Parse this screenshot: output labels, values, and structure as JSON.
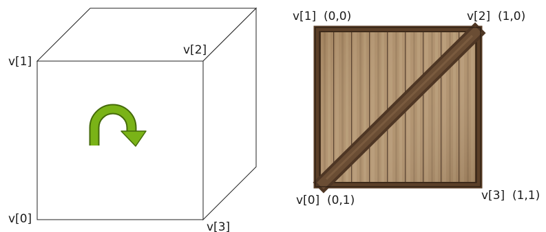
{
  "cube": {
    "labels": {
      "v1": "v[1]",
      "v2": "v[2]",
      "v0": "v[0]",
      "v3": "v[3]"
    },
    "icon": "clockwise-turn-arrow-icon",
    "arrow_color": "#7ab317"
  },
  "texture": {
    "labels": {
      "v1": "v[1]  (0,0)",
      "v2": "v[2]  (1,0)",
      "v0": "v[0]  (0,1)",
      "v3": "v[3]  (1,1)"
    },
    "image": "wooden-crate-texture"
  }
}
